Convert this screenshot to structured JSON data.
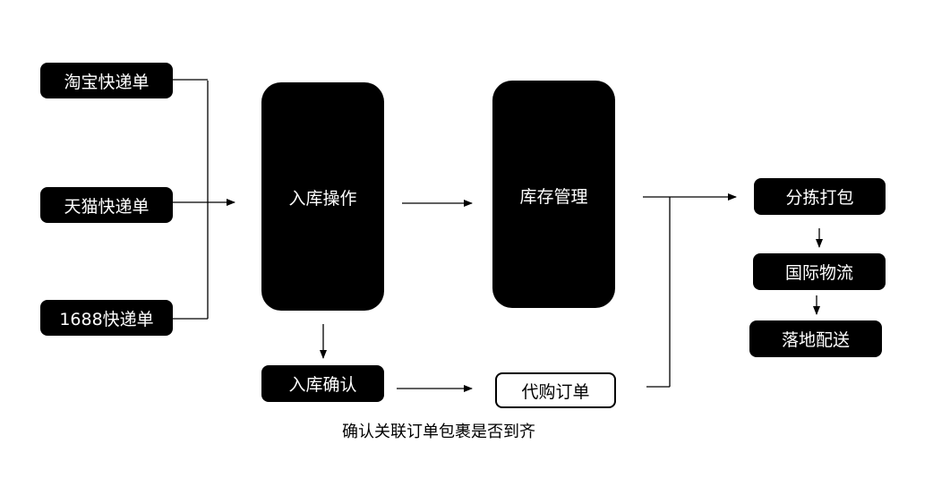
{
  "sources": [
    "淘宝快递单",
    "天猫快递单",
    "1688快递单"
  ],
  "inbound": "入库操作",
  "inventory": "库存管理",
  "inbound_confirm": "入库确认",
  "purchase_order": "代购订单",
  "outbound": [
    "分拣打包",
    "国际物流",
    "落地配送"
  ],
  "caption": "确认关联订单包裹是否到齐"
}
